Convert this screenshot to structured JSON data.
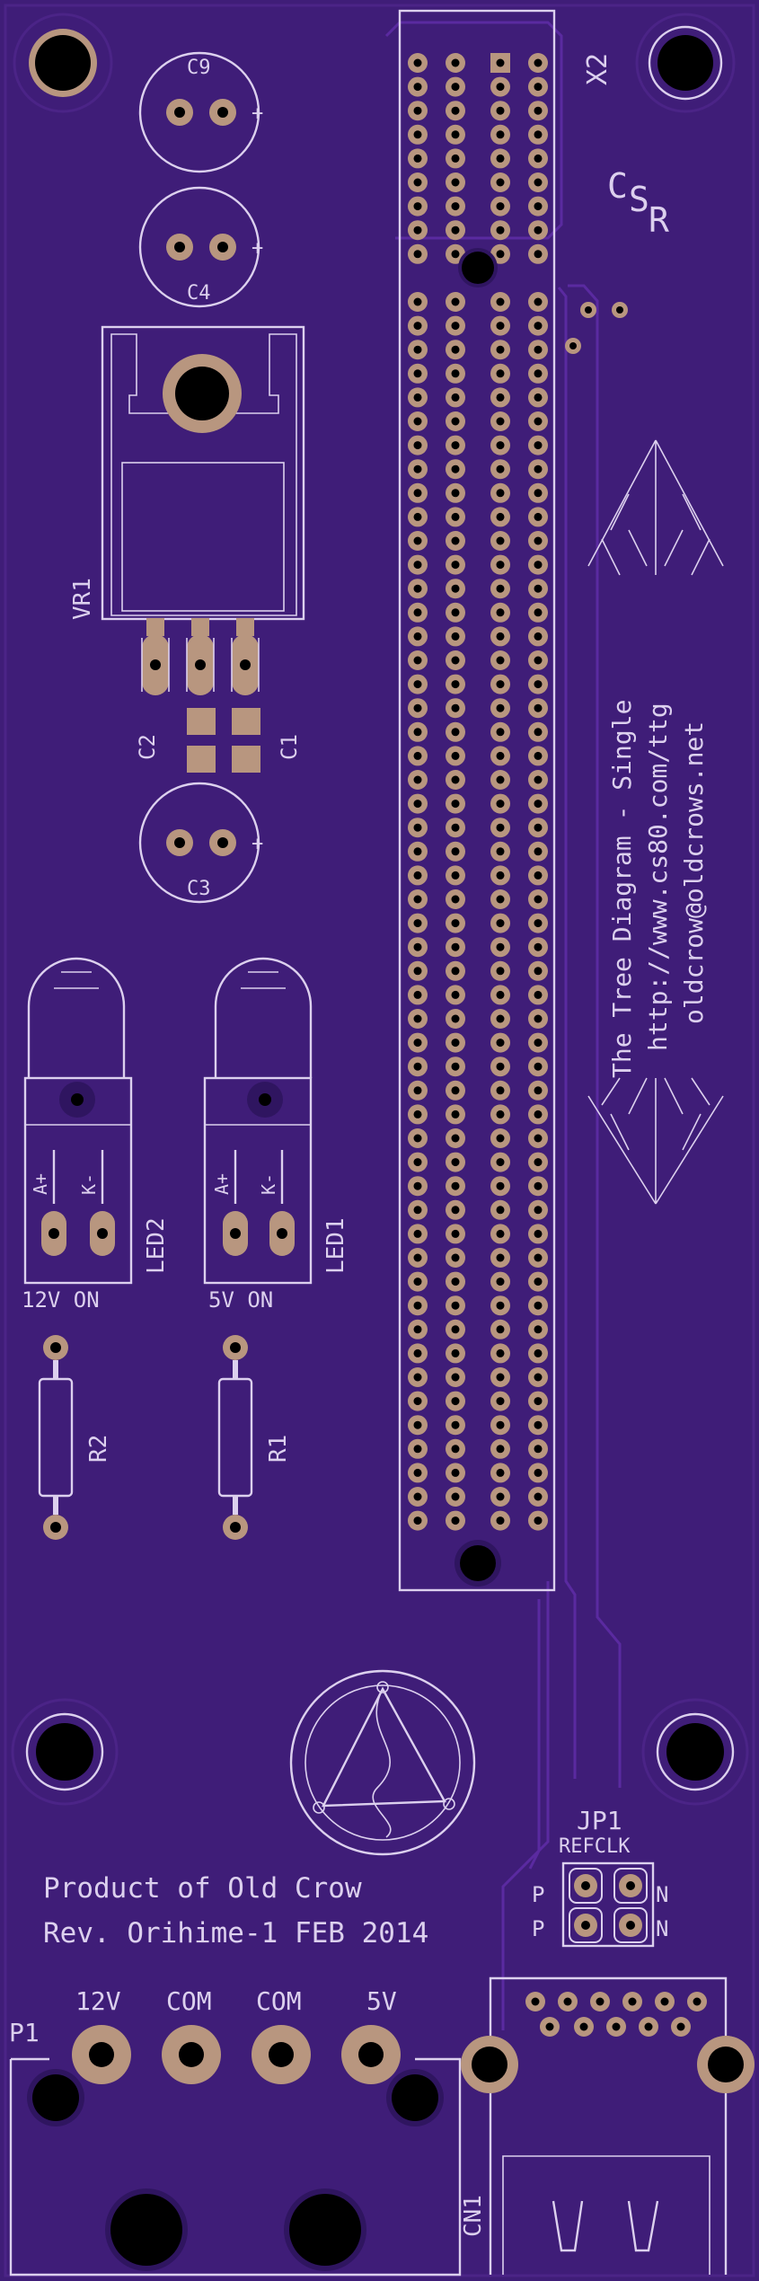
{
  "board": {
    "colors": {
      "board": "#3f1d78",
      "copper": "#b8967f",
      "silk": "#dcd0ee",
      "hole": "#000000",
      "trace": "#5a2aa0"
    },
    "refdes": {
      "c9": "C9",
      "c4": "C4",
      "c3": "C3",
      "c2": "C2",
      "c1": "C1",
      "vr1": "VR1",
      "x2": "X2",
      "led2": "LED2",
      "led1": "LED1",
      "r2": "R2",
      "r1": "R1",
      "jp1": "JP1",
      "p1": "P1",
      "cn1": "CN1"
    },
    "polarity": {
      "plus": "+",
      "anode": "A+",
      "cathode": "K-",
      "p": "P",
      "n": "N"
    },
    "labels": {
      "led2_caption": "12V ON",
      "led1_caption": "5V ON",
      "jp1_sub": "REFCLK",
      "p1_12v": "12V",
      "p1_com_a": "COM",
      "p1_com_b": "COM",
      "p1_5v": "5V"
    },
    "logo": {
      "csr": [
        "C",
        "S",
        "R"
      ]
    },
    "info": {
      "title": "The Tree Diagram - Single",
      "url": "http://www.cs80.com/ttg",
      "email": "oldcrow@oldcrows.net",
      "product": "Product of Old Crow",
      "revision": "Rev. Orihime-1 FEB 2014"
    }
  }
}
